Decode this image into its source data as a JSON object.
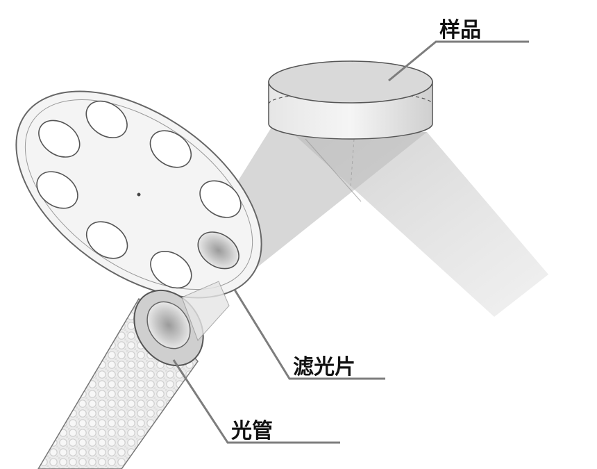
{
  "labels": {
    "sample": "样品",
    "filter": "滤光片",
    "light_pipe": "光管"
  }
}
